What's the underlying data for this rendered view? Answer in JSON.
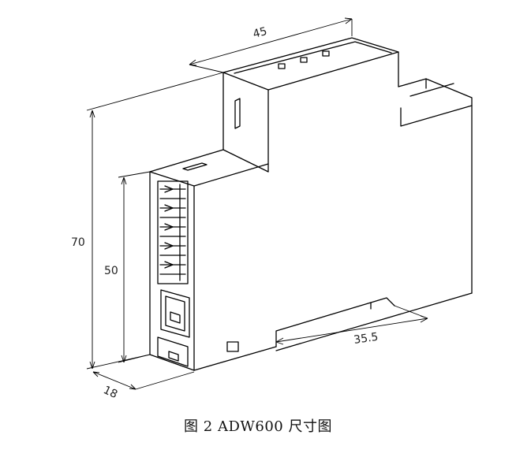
{
  "dimensions": {
    "width_top": "45",
    "height_total": "70",
    "height_front": "50",
    "depth": "18",
    "rail_length": "35.5"
  },
  "caption": "图 2  ADW600 尺寸图"
}
